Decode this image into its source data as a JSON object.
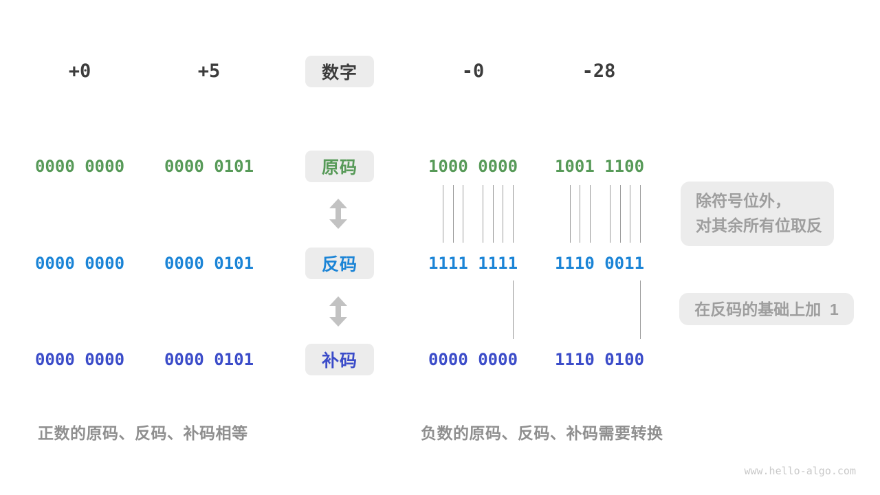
{
  "page": {
    "watermark": "www.hello-algo.com"
  },
  "colors": {
    "header_text": "#3c3c3c",
    "sign_magnitude_green": "#579a58",
    "ones_complement_blue": "#1b84d6",
    "twos_complement_indigo": "#3b4cc9",
    "pill_background": "#ececec",
    "annotation_gray": "#9e9e9e",
    "caption_gray": "#8f8f8f",
    "connector_line": "#9a9a9a",
    "arrow_gray": "#c2c2c2"
  },
  "header": {
    "label": "数字",
    "numbers": [
      "+0",
      "+5",
      "-0",
      "-28"
    ]
  },
  "rows": [
    {
      "label": "原码",
      "values": [
        "0000 0000",
        "0000 0101",
        "1000 0000",
        "1001 1100"
      ]
    },
    {
      "label": "反码",
      "values": [
        "0000 0000",
        "0000 0101",
        "1111 1111",
        "1110 0011"
      ]
    },
    {
      "label": "补码",
      "values": [
        "0000 0000",
        "0000 0101",
        "0000 0000",
        "1110 0100"
      ]
    }
  ],
  "annotations": {
    "invert_line1": "除符号位外，",
    "invert_line2": "对其余所有位取反",
    "add_one": "在反码的基础上加  1"
  },
  "captions": {
    "positive": "正数的原码、反码、补码相等",
    "negative": "负数的原码、反码、补码需要转换"
  }
}
